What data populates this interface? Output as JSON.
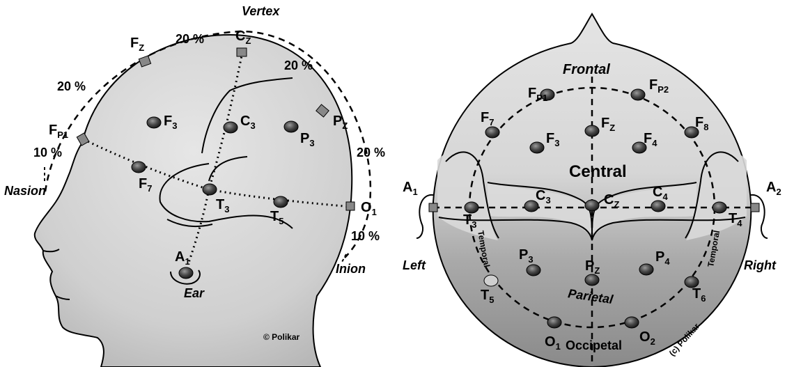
{
  "left_view": {
    "labels": {
      "vertex": "Vertex",
      "nasion": "Nasion",
      "inion": "Inion",
      "ear": "Ear",
      "copyright": "© Polikar"
    },
    "percentages": {
      "p_top_left": "20 %",
      "p_cz_right": "20 %",
      "p_left_mid": "20 %",
      "p_right_mid": "20 %",
      "p_nasion": "10 %",
      "p_inion": "10 %"
    },
    "electrodes": {
      "fz": {
        "main": "F",
        "sub": "Z"
      },
      "cz": {
        "main": "C",
        "sub": "Z"
      },
      "pz": {
        "main": "P",
        "sub": "Z"
      },
      "fp1": {
        "main": "F",
        "sub": "P1"
      },
      "o1": {
        "main": "O",
        "sub": "1"
      },
      "f3": {
        "main": "F",
        "sub": "3"
      },
      "c3": {
        "main": "C",
        "sub": "3"
      },
      "p3": {
        "main": "P",
        "sub": "3"
      },
      "f7": {
        "main": "F",
        "sub": "7"
      },
      "t3": {
        "main": "T",
        "sub": "3"
      },
      "t5": {
        "main": "T",
        "sub": "5"
      },
      "a1": {
        "main": "A",
        "sub": "1"
      }
    }
  },
  "right_view": {
    "labels": {
      "frontal": "Frontal",
      "central": "Central",
      "parietal": "Parietal",
      "occipetal": "Occipetal",
      "left": "Left",
      "right": "Right",
      "temporal_left": "Temporal",
      "temporal_right": "Temporal",
      "copyright": "(c) Polikar"
    },
    "electrodes": {
      "fp1": {
        "main": "F",
        "sub": "P1"
      },
      "fp2": {
        "main": "F",
        "sub": "P2"
      },
      "f7": {
        "main": "F",
        "sub": "7"
      },
      "fz": {
        "main": "F",
        "sub": "Z"
      },
      "f8": {
        "main": "F",
        "sub": "8"
      },
      "f3": {
        "main": "F",
        "sub": "3"
      },
      "f4": {
        "main": "F",
        "sub": "4"
      },
      "a1": {
        "main": "A",
        "sub": "1"
      },
      "a2": {
        "main": "A",
        "sub": "2"
      },
      "t3": {
        "main": "T",
        "sub": "3"
      },
      "c3": {
        "main": "C",
        "sub": "3"
      },
      "cz": {
        "main": "C",
        "sub": "Z"
      },
      "c4": {
        "main": "C",
        "sub": "4"
      },
      "t4": {
        "main": "T",
        "sub": "4"
      },
      "p3": {
        "main": "P",
        "sub": "3"
      },
      "pz": {
        "main": "P",
        "sub": "Z"
      },
      "p4": {
        "main": "P",
        "sub": "4"
      },
      "t5": {
        "main": "T",
        "sub": "5"
      },
      "t6": {
        "main": "T",
        "sub": "6"
      },
      "o1": {
        "main": "O",
        "sub": "1"
      },
      "o2": {
        "main": "O",
        "sub": "2"
      }
    }
  }
}
